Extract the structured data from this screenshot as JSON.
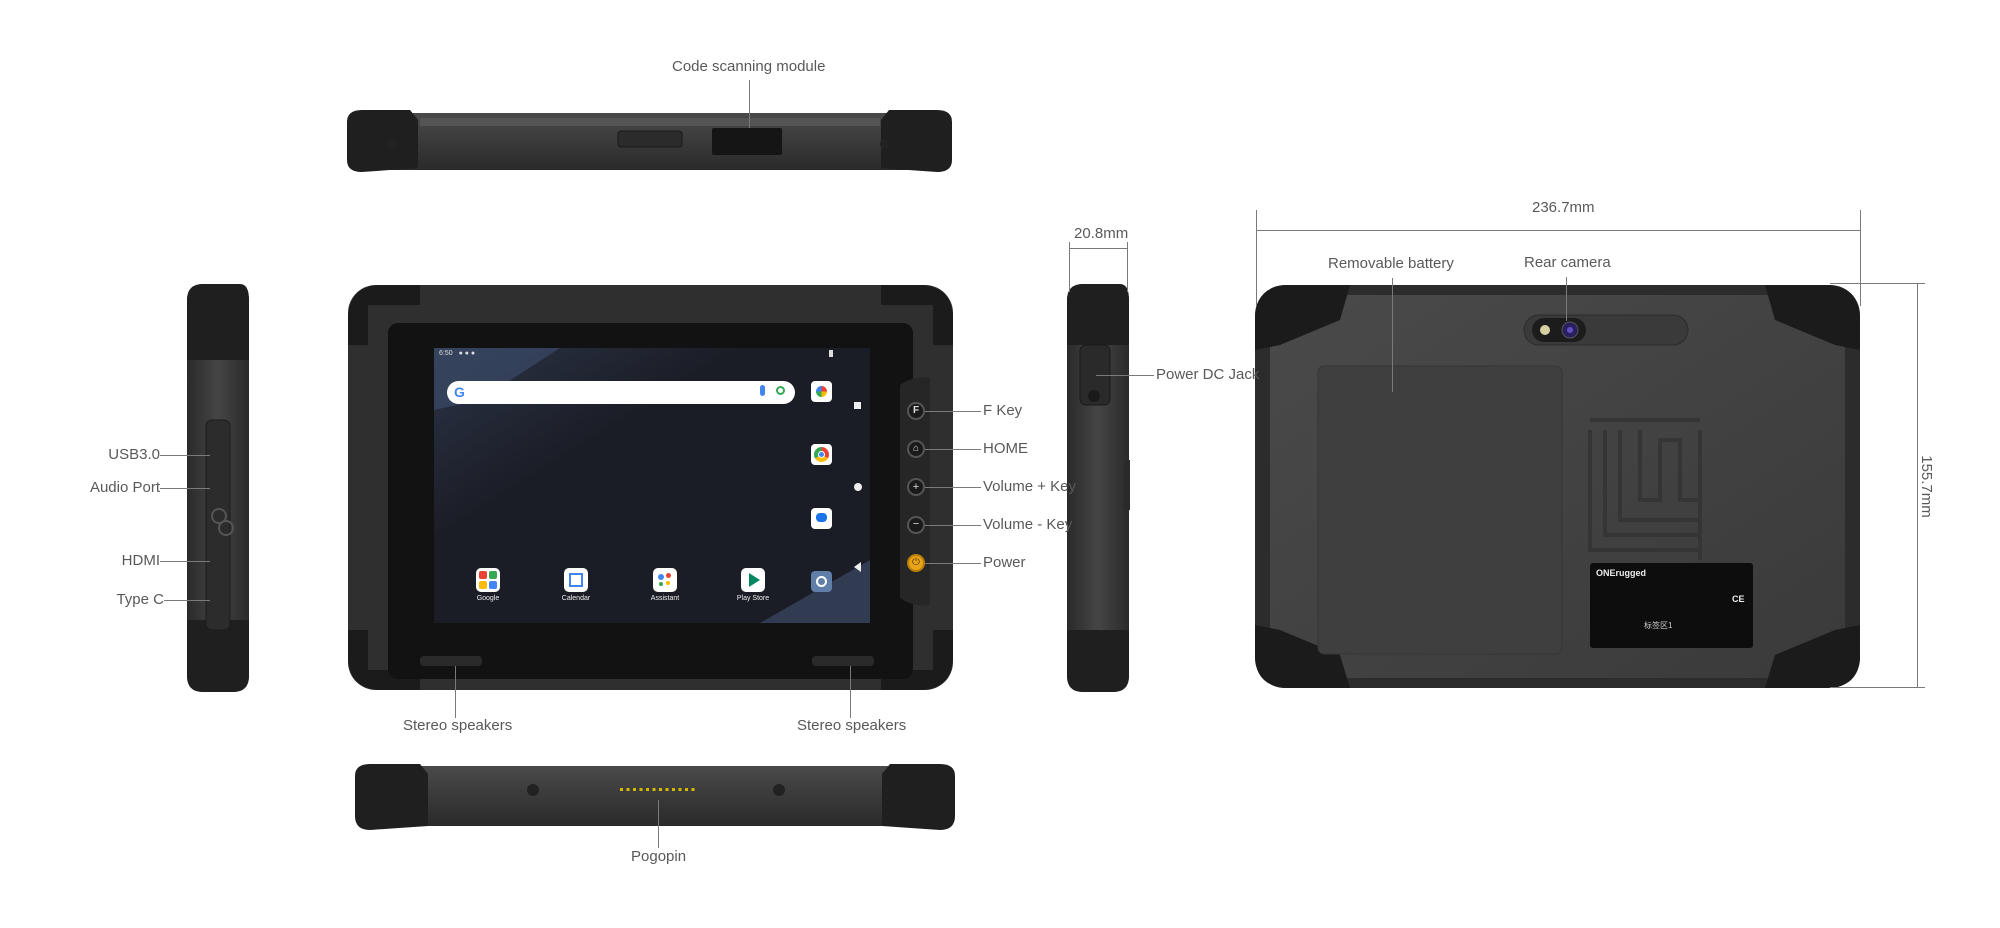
{
  "labels": {
    "code_scanning_module": "Code scanning module",
    "usb3": "USB3.0",
    "audio_port": "Audio Port",
    "hdmi": "HDMI",
    "type_c": "Type C",
    "f_key": "F Key",
    "home": "HOME",
    "volume_up": "Volume + Key",
    "volume_down": "Volume - Key",
    "power": "Power",
    "stereo_speakers_left": "Stereo speakers",
    "stereo_speakers_right": "Stereo speakers",
    "pogopin": "Pogopin",
    "power_dc_jack": "Power DC Jack",
    "removable_battery": "Removable battery",
    "rear_camera": "Rear camera"
  },
  "dimensions": {
    "thickness": "20.8mm",
    "width": "236.7mm",
    "height": "155.7mm"
  },
  "screen": {
    "status_time": "6:50",
    "apps": [
      {
        "label": "Google",
        "icon": "google-folder-icon"
      },
      {
        "label": "Calendar",
        "icon": "calendar-icon"
      },
      {
        "label": "Assistant",
        "icon": "assistant-icon"
      },
      {
        "label": "Play Store",
        "icon": "play-store-icon"
      }
    ],
    "side_apps": [
      "photos-icon",
      "chrome-icon",
      "messages-icon",
      "settings-icon"
    ]
  },
  "back_label": {
    "brand": "ONErugged",
    "stamp": "标签区1"
  },
  "colors": {
    "body": "#3a3a3a",
    "bumper": "#1f1f1f",
    "accent_power": "#e8a317",
    "pogo_pins": "#d4b800",
    "wallpaper": "#1b1d26"
  }
}
